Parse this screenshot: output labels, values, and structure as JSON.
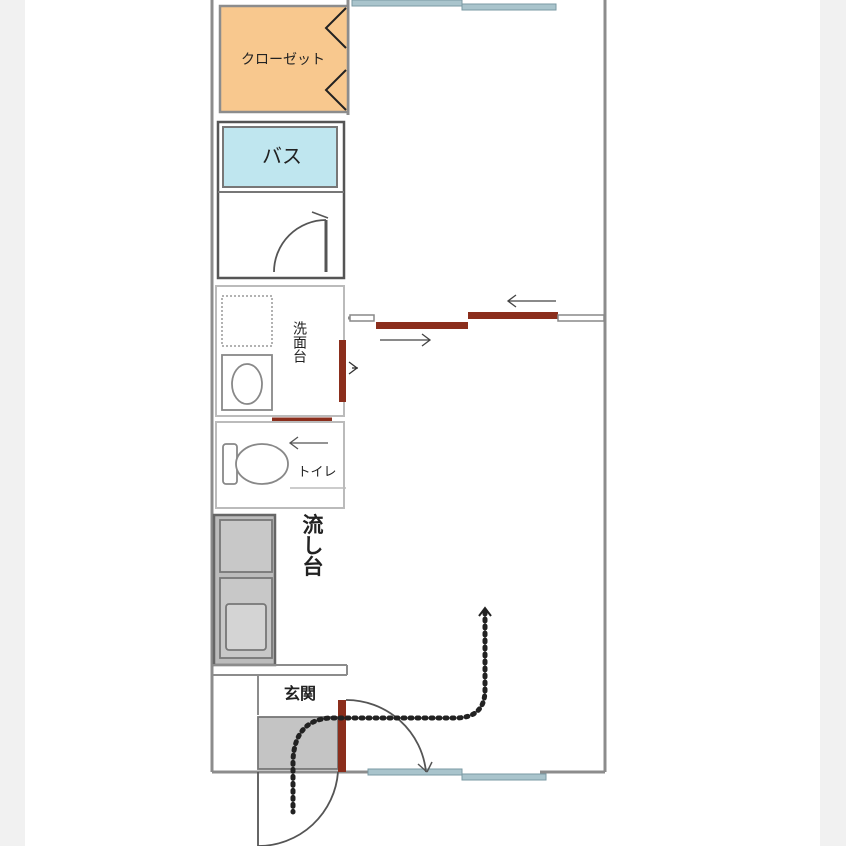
{
  "rooms": {
    "closet": "クローゼット",
    "bath": "バス",
    "washbasin": "洗面台",
    "toilet": "トイレ",
    "kitchen_sink": "流し台",
    "entrance": "玄関"
  },
  "colors": {
    "page_bg": "#f1f1f1",
    "paper": "#ffffff",
    "wall": "#8c8c8c",
    "closet_fill": "#f8c88e",
    "bath_fill": "#bfe6ef",
    "door_brown": "#8b2e1c",
    "window_blue": "#a9c4cc",
    "fixture_gray": "#c8c8c8",
    "entrance_gray": "#c4c4c4"
  }
}
